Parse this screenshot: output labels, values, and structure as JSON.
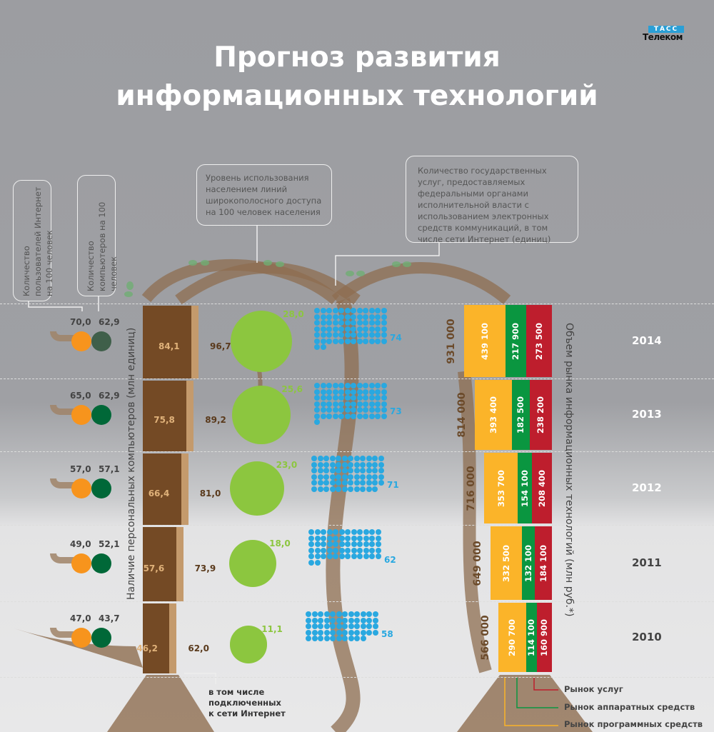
{
  "title": {
    "line1": "Прогноз развития",
    "line2": "информационных технологий"
  },
  "logo": {
    "top": "ТАСС",
    "bottom": "Телеком"
  },
  "callouts": {
    "internet_users": "Количество пользователей Интернет на 100 человек",
    "computers": "Количество компьютеров на 100 человек",
    "broadband": "Уровень использования населением линий широкополосного доступа на 100 человек населения",
    "gov_services": "Количество государственных услуг, предоставляемых  федеральными органами исполнительной власти с использованием электронных средств коммуникаций, в том числе сети Интернет (единиц)"
  },
  "axis_titles": {
    "pc": "Наличие персональных компьютеров (млн единиц)",
    "market": "Объем рынка информационных технологий (млн руб.*)"
  },
  "pc_note": "в том числе подключенных к сети Интернет",
  "legend": {
    "services": "Рынок услуг",
    "hardware": "Рынок аппаратных средств",
    "software": "Рынок программных средств"
  },
  "colors": {
    "software": "#fbb429",
    "hardware": "#0a9640",
    "services": "#be1e2d",
    "pc_dark": "#744a25",
    "pc_light": "#c49a6c",
    "internet": "#f7941d",
    "computers": "#006838",
    "broadband": "#8cc63f",
    "dots": "#29a8e0",
    "tree": "#a08469"
  },
  "chart_data": {
    "type": "table",
    "years": [
      "2014",
      "2013",
      "2012",
      "2011",
      "2010"
    ],
    "rows": [
      {
        "year": "2014",
        "internet_users": "70,0",
        "computers": "62,9",
        "pc_total": "96,7",
        "pc_internet": "84,1",
        "broadband": "28,0",
        "gov_services": "74",
        "market_total": "931 000",
        "software": "439 100",
        "hardware": "217 900",
        "services": "273 500",
        "v": {
          "pc_total": 96.7,
          "pc_internet": 84.1,
          "broadband": 28.0,
          "gov": 74,
          "total": 931000,
          "software": 439100,
          "hardware": 217900,
          "services": 273500
        }
      },
      {
        "year": "2013",
        "internet_users": "65,0",
        "computers": "62,9",
        "pc_total": "89,2",
        "pc_internet": "75,8",
        "broadband": "25,6",
        "gov_services": "73",
        "market_total": "814 000",
        "software": "393 400",
        "hardware": "182 500",
        "services": "238 200",
        "v": {
          "pc_total": 89.2,
          "pc_internet": 75.8,
          "broadband": 25.6,
          "gov": 73,
          "total": 814000,
          "software": 393400,
          "hardware": 182500,
          "services": 238200
        }
      },
      {
        "year": "2012",
        "internet_users": "57,0",
        "computers": "57,1",
        "pc_total": "81,0",
        "pc_internet": "66,4",
        "broadband": "23,0",
        "gov_services": "71",
        "market_total": "716 000",
        "software": "353 700",
        "hardware": "154 100",
        "services": "208 400",
        "v": {
          "pc_total": 81.0,
          "pc_internet": 66.4,
          "broadband": 23.0,
          "gov": 71,
          "total": 716000,
          "software": 353700,
          "hardware": 154100,
          "services": 208400
        }
      },
      {
        "year": "2011",
        "internet_users": "49,0",
        "computers": "52,1",
        "pc_total": "73,9",
        "pc_internet": "57,6",
        "broadband": "18,0",
        "gov_services": "62",
        "market_total": "649 000",
        "software": "332 500",
        "hardware": "132 100",
        "services": "184 100",
        "v": {
          "pc_total": 73.9,
          "pc_internet": 57.6,
          "broadband": 18.0,
          "gov": 62,
          "total": 649000,
          "software": 332500,
          "hardware": 132100,
          "services": 184100
        }
      },
      {
        "year": "2010",
        "internet_users": "47,0",
        "computers": "43,7",
        "pc_total": "62,0",
        "pc_internet": "46,2",
        "broadband": "11,1",
        "gov_services": "58",
        "market_total": "566 000",
        "software": "290 700",
        "hardware": "114 100",
        "services": "160 900",
        "v": {
          "pc_total": 62.0,
          "pc_internet": 46.2,
          "broadband": 11.1,
          "gov": 58,
          "total": 566000,
          "software": 290700,
          "hardware": 114100,
          "services": 160900
        }
      }
    ]
  }
}
